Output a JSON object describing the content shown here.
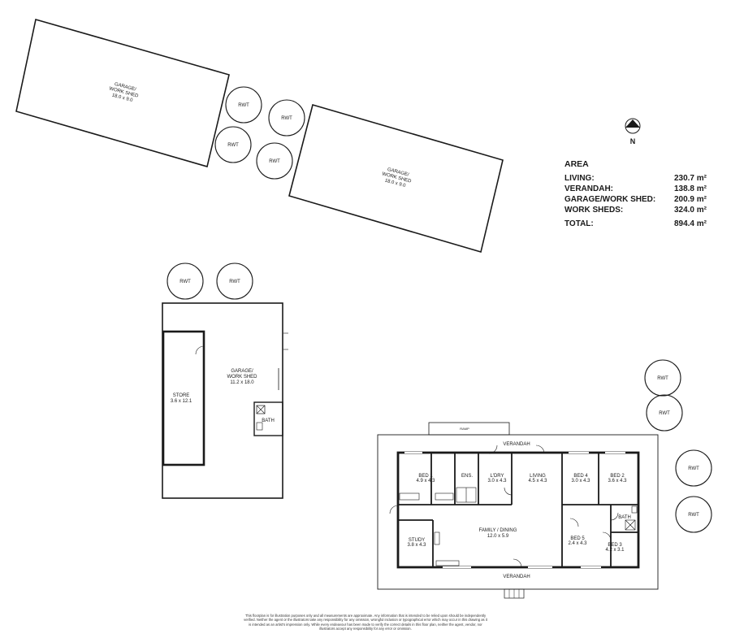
{
  "compass": {
    "label": "N"
  },
  "buildings": {
    "shed_a": {
      "name": "GARAGE/\nWORK SHED",
      "size": "18.0 x 9.0"
    },
    "shed_b": {
      "name": "GARAGE/\nWORK SHED",
      "size": "18.0 x 9.0"
    },
    "shed_c": {
      "name": "GARAGE/\nWORK SHED",
      "size": "11.2 x 18.0"
    },
    "store": {
      "name": "STORE",
      "size": "3.6 x 12.1"
    },
    "shed_c_bath": {
      "name": "BATH"
    }
  },
  "tanks": {
    "label": "RWT"
  },
  "house": {
    "verandah_top": "VERANDAH",
    "verandah_bottom": "VERANDAH",
    "ramp": "RAMP",
    "rooms": {
      "bed1": {
        "name": "BED 1",
        "size": "4.9 x 4.3"
      },
      "ens": {
        "name": "ENS."
      },
      "ldry": {
        "name": "L'DRY",
        "size": "3.0 x 4.3"
      },
      "living": {
        "name": "LIVING",
        "size": "4.5 x 4.3"
      },
      "bed4": {
        "name": "BED 4",
        "size": "3.0 x 4.3"
      },
      "bed2": {
        "name": "BED 2",
        "size": "3.6 x 4.3"
      },
      "bath": {
        "name": "BATH"
      },
      "study": {
        "name": "STUDY",
        "size": "3.8 x 4.3"
      },
      "family": {
        "name": "FAMILY / DINING",
        "size": "12.0 x 5.9"
      },
      "bed5": {
        "name": "BED 5",
        "size": "2.4 x 4.3"
      },
      "bed3": {
        "name": "BED 3",
        "size": "4.2 x 3.1"
      }
    }
  },
  "area": {
    "title": "AREA",
    "rows": [
      {
        "label": "LIVING:",
        "value": "230.7 m²"
      },
      {
        "label": "VERANDAH:",
        "value": "138.8 m²"
      },
      {
        "label": "GARAGE/WORK SHED:",
        "value": "200.9 m²"
      },
      {
        "label": "WORK SHEDS:",
        "value": "324.0 m²"
      }
    ],
    "total": {
      "label": "TOTAL:",
      "value": "894.4 m²"
    }
  },
  "disclaimer": "This floorplan is for illustration purposes only and all measurements are approximate. Any information that is intended to be relied upon should be independently verified. Neither the agent or the illustrators take any responsibility for any omission, wrongful inclusion or typographical error which may occur in this drawing as it is intended as an artist's impression only. While every endeavour has been made to verify the correct details in this floor plan, neither the agent, vendor, nor illustrators accept any responsibility for any error or omission."
}
